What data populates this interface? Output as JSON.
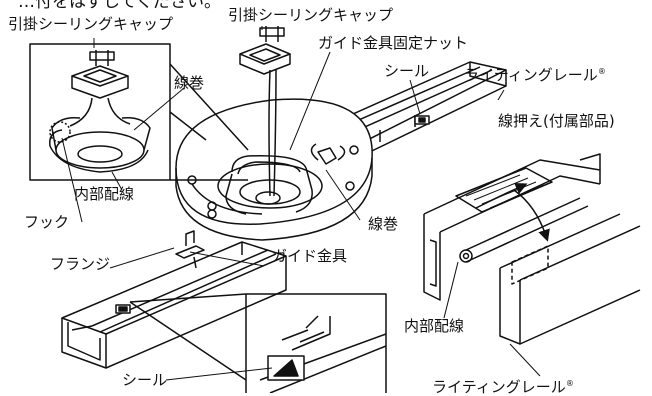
{
  "labels": {
    "top_cut": "…付をはずしてください。",
    "hook_cap_left": "引掛シーリングキャップ",
    "hook_cap_mid": "引掛シーリングキャップ",
    "guide_nut": "ガイド金具固定ナット",
    "seal_top": "シール",
    "lighting_rail_top": "ライティングレール",
    "wire_coil_inset": "線巻",
    "wire_holder": "線押え(付属部品)",
    "internal_wiring_left": "内部配線",
    "hook": "フック",
    "wire_coil": "線巻",
    "flange": "フランジ",
    "guide_bracket": "ガイド金具",
    "internal_wiring_right": "内部配線",
    "seal_bottom": "シール",
    "lighting_rail_bottom": "ライティングレール",
    "registered_mark": "®"
  }
}
